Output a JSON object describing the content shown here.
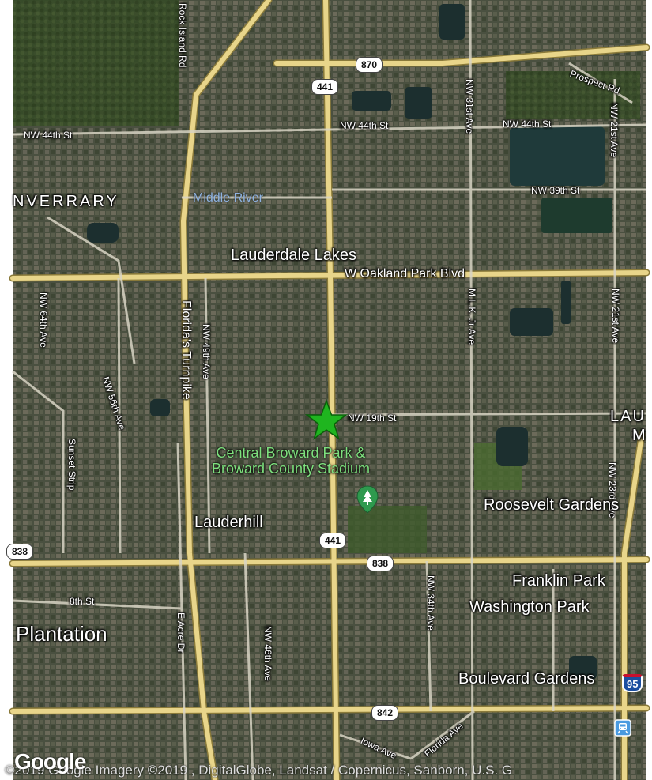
{
  "map": {
    "colors": {
      "road": "#e8d58a",
      "road_edge": "#8a7a3a",
      "water": "#1f3a3a",
      "park": "#3d5a2a",
      "marker": "#1fb51f",
      "poi_pin": "#2e9a4e"
    },
    "streets": {
      "rock_island": "Rock Island Rd",
      "nw44_left": "NW 44th St",
      "nw44_mid": "NW 44th St",
      "nw44_right": "NW 44th St",
      "nw31": "NW 31st Ave",
      "nw21_top": "NW 21st Ave",
      "prospect": "Prospect Rd",
      "nw39": "NW 39th St",
      "oakland": "W Oakland Park Blvd",
      "nw64": "NW 64th Ave",
      "nw56": "NW 56th Ave",
      "turnpike": "Florida's Turnpike",
      "nw49": "NW 49th Ave",
      "mlk": "M.L.K. Jr Ave",
      "nw21_mid": "NW 21st Ave",
      "nw19": "NW 19th St",
      "sunset": "Sunset Strip",
      "nw23": "NW 23rd Ave",
      "nw34": "NW 34th Ave",
      "eighth": "8th St",
      "eacre": "E Acre Dr",
      "nw46": "NW 46th Ave",
      "iowa": "Iowa Ave",
      "florida": "Florida Ave"
    },
    "places": {
      "inverrary": "NVERRARY",
      "lauderdale_lakes": "Lauderdale Lakes",
      "lauderhill": "Lauderhill",
      "plantation": "Plantation",
      "roosevelt": "Roosevelt Gardens",
      "franklin": "Franklin Park",
      "washington": "Washington Park",
      "boulevard": "Boulevard Gardens",
      "lau": "LAU",
      "m": "M"
    },
    "water_label": "Middle River",
    "poi": {
      "line1": "Central Broward Park &",
      "line2": "Broward County Stadium"
    },
    "shields": {
      "s870": "870",
      "s441_top": "441",
      "s441_bottom": "441",
      "s838_left": "838",
      "s838_mid": "838",
      "s842": "842",
      "i95": "95"
    },
    "logo": "Google",
    "attribution": "©2019 Google  Imagery ©2019 , DigitalGlobe, Landsat / Copernicus, Sanborn, U.S. G"
  }
}
